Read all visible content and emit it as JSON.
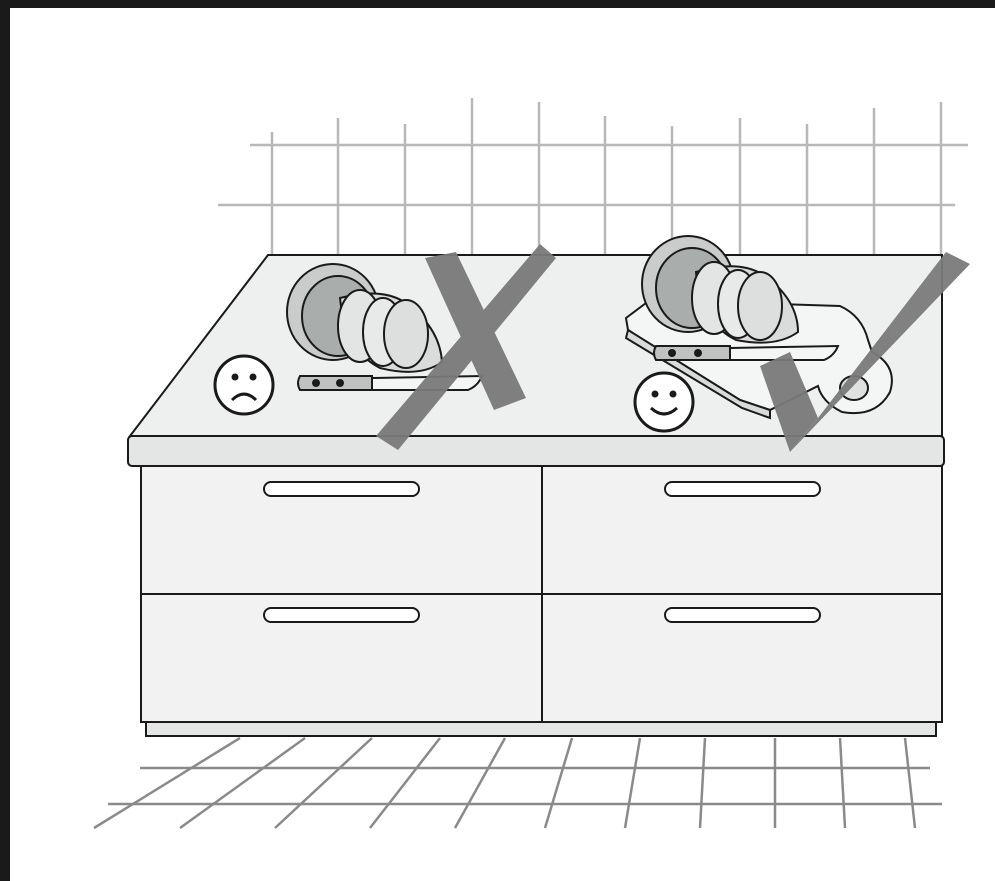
{
  "illustration": {
    "scene": "kitchen-counter",
    "incorrect_example": {
      "item": "bread-cut-on-countertop",
      "marker": "x-mark",
      "face": "sad-face-icon"
    },
    "correct_example": {
      "item": "bread-cut-on-cutting-board",
      "marker": "check-mark",
      "face": "happy-face-icon"
    }
  },
  "colors": {
    "line": "#1a1a1a",
    "countertop": "#eef0ef",
    "cabinet": "#f1f2f1",
    "tile_lines": "#b8b8b8",
    "floor_lines": "#8a8a8a",
    "marker_gray": "#7a7a7a",
    "bread_light": "#d9dcdb",
    "bread_dark": "#a9adac"
  }
}
